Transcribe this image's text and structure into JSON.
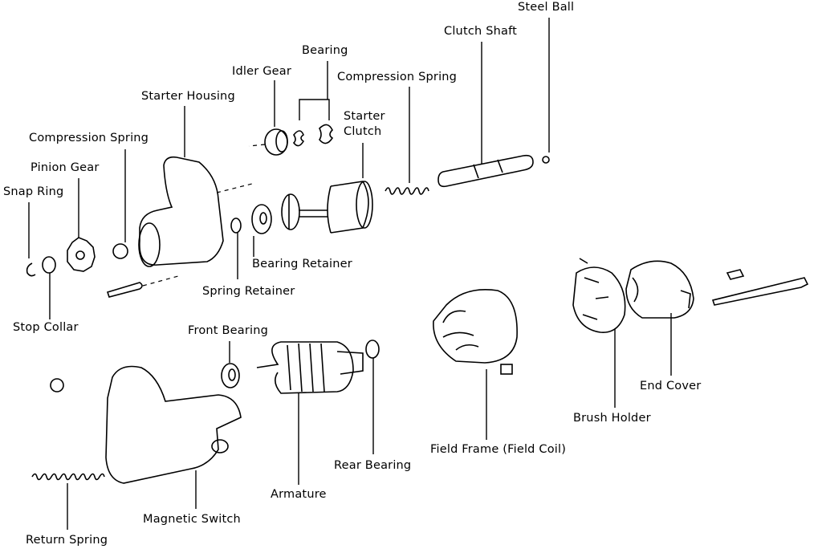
{
  "figure": {
    "title": "",
    "line_color": "#000000",
    "background": "#ffffff"
  },
  "labels": {
    "steel_ball": "Steel Ball",
    "clutch_shaft": "Clutch Shaft",
    "bearing": "Bearing",
    "idler_gear": "Idler Gear",
    "compression_spring_top": "Compression Spring",
    "starter_housing": "Starter Housing",
    "starter_clutch": "Starter\nClutch",
    "compression_spring_left": "Compression Spring",
    "pinion_gear": "Pinion Gear",
    "snap_ring": "Snap Ring",
    "bearing_retainer": "Bearing Retainer",
    "spring_retainer": "Spring Retainer",
    "stop_collar": "Stop Collar",
    "front_bearing": "Front Bearing",
    "end_cover": "End Cover",
    "brush_holder": "Brush Holder",
    "field_frame": "Field Frame (Field Coil)",
    "rear_bearing": "Rear Bearing",
    "armature": "Armature",
    "magnetic_switch": "Magnetic Switch",
    "return_spring": "Return Spring"
  }
}
